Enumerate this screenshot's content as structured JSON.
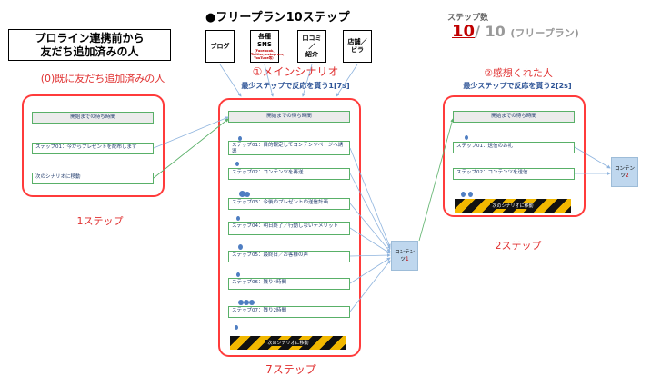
{
  "header": {
    "title": "●フリープラン10ステップ",
    "count_label": "ステップ数",
    "count_current": "10",
    "count_total": "/ 10",
    "count_plan": "(フリープラン)"
  },
  "note": {
    "line1": "プロライン連携前から",
    "line2": "友だち追加済みの人"
  },
  "sources": [
    {
      "label": "ブログ",
      "sub": ""
    },
    {
      "label": "各種\nSNS",
      "sub": "（Facebook、Twitter,Instagram、YouTube等）"
    },
    {
      "label": "口コミ\n／\n紹介",
      "sub": ""
    },
    {
      "label": "店舗／\nビラ",
      "sub": ""
    }
  ],
  "group0": {
    "title": "(0)既に友だち追加済みの人",
    "steps": [
      "開始までの待ち時間",
      "ステップ01：今からプレゼントを配布します",
      "次のシナリオに移動"
    ],
    "caption": "1ステップ"
  },
  "group1": {
    "title": "①メインシナリオ",
    "subtitle": "最少ステップで反応を貰う1[7s]",
    "steps": [
      "開始までの待ち時間",
      "ステップ01：目的観定してコンテンツページへ誘導",
      "ステップ02：コンテンツを再送",
      "ステップ03：今後のプレゼントの送信計画",
      "ステップ04：明日終了／行動しないデメリット",
      "ステップ05：最終日／お客様の声",
      "ステップ06：残り4時間",
      "ステップ07：残り2時間"
    ],
    "hazard": "次のシナリオに移動",
    "caption": "7ステップ"
  },
  "group2": {
    "title": "②感想くれた人",
    "subtitle": "最少ステップで反応を貰う2[2s]",
    "steps": [
      "開始までの待ち時間",
      "ステップ01：送信のお礼",
      "ステップ02：コンテンツを送信"
    ],
    "hazard": "次のシナリオに移動",
    "caption": "2ステップ"
  },
  "content1": {
    "label": "コンテン\nツ",
    "num": "1"
  },
  "content2": {
    "label": "コンテン\nツ",
    "num": "2"
  }
}
